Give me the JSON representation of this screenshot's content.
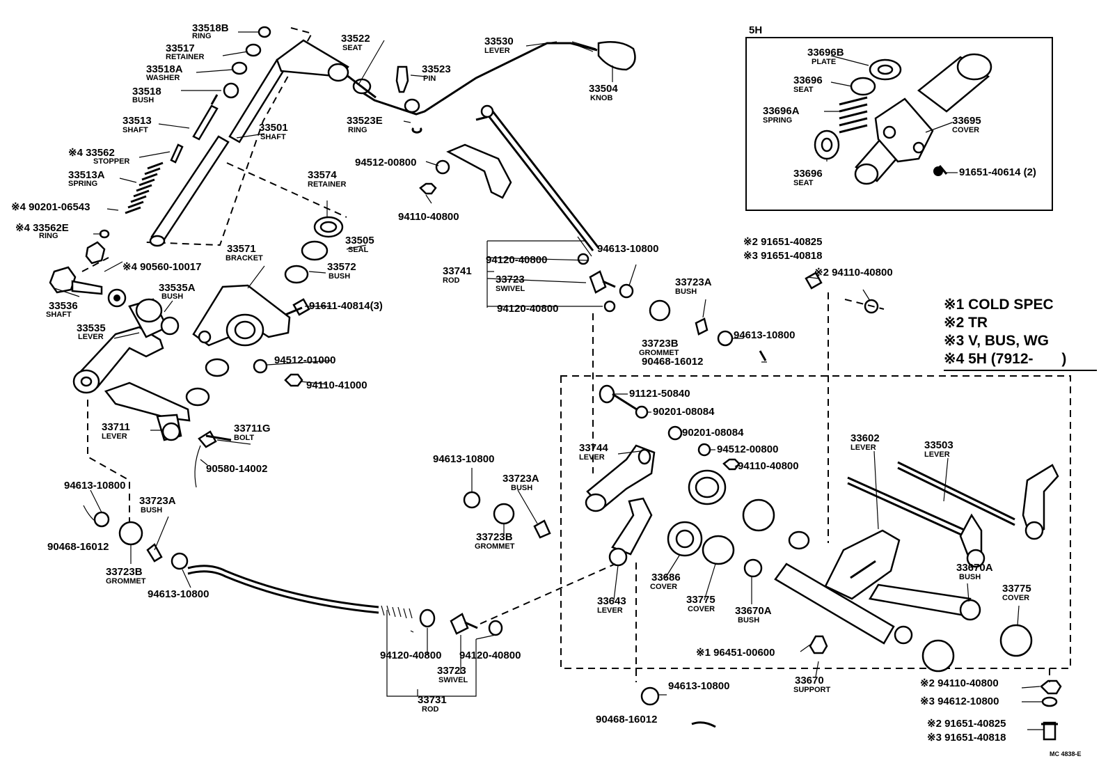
{
  "diagram": {
    "inset_label": "5H",
    "footer_code": "MC 4838-E",
    "legend": [
      "※1 COLD SPEC",
      "※2 TR",
      "※3 V, BUS, WG",
      "※4 5H (7912-       )"
    ],
    "labels": {
      "p33518B": "33518B",
      "p33518B_n": "RING",
      "p33517": "33517",
      "p33517_n": "RETAINER",
      "p33518A": "33518A",
      "p33518A_n": "WASHER",
      "p33518": "33518",
      "p33518_n": "BUSH",
      "p33513": "33513",
      "p33513_n": "SHAFT",
      "p33562": "※4 33562",
      "p33562_n": "STOPPER",
      "p33513A": "33513A",
      "p33513A_n": "SPRING",
      "p90201_06543": "※4 90201-06543",
      "p33562E": "※4 33562E",
      "p33562E_n": "RING",
      "p90560": "※4 90560-10017",
      "p33536": "33536",
      "p33536_n": "SHAFT",
      "p33535A": "33535A",
      "p33535A_n": "BUSH",
      "p33535": "33535",
      "p33535_n": "LEVER",
      "p33522": "33522",
      "p33522_n": "SEAT",
      "p33523": "33523",
      "p33523_n": "PIN",
      "p33523E": "33523E",
      "p33523E_n": "RING",
      "p33501": "33501",
      "p33501_n": "SHAFT",
      "p33530": "33530",
      "p33530_n": "LEVER",
      "p33504": "33504",
      "p33504_n": "KNOB",
      "p33574": "33574",
      "p33574_n": "RETAINER",
      "p33505": "33505",
      "p33505_n": "SEAL",
      "p33571": "33571",
      "p33571_n": "BRACKET",
      "p33572": "33572",
      "p33572_n": "BUSH",
      "p91611": "91611-40814(3)",
      "p94512_01000": "94512-01000",
      "p94110_41000": "94110-41000",
      "p33711": "33711",
      "p33711_n": "LEVER",
      "p33711G": "33711G",
      "p33711G_n": "BOLT",
      "p90580": "90580-14002",
      "p94512_00800a": "94512-00800",
      "p94110_40800a": "94110-40800",
      "p94120_40800a": "94120-40800",
      "p94613_10800a": "94613-10800",
      "p33741": "33741",
      "p33741_n": "ROD",
      "p33723": "33723",
      "p33723_n": "SWIVEL",
      "p94120_40800b": "94120-40800",
      "p33723A": "33723A",
      "p33723A_n": "BUSH",
      "p33723B": "33723B",
      "p33723B_n": "GROMMET",
      "p94613_10800b": "94613-10800",
      "p90468_16012a": "90468-16012",
      "p91651_40825a": "※2 91651-40825",
      "p91651_40818a": "※3 91651-40818",
      "p94110_40800b": "※2 94110-40800",
      "p33696B": "33696B",
      "p33696B_n": "PLATE",
      "p33696a": "33696",
      "p33696a_n": "SEAT",
      "p33696A": "33696A",
      "p33696A_n": "SPRING",
      "p33695": "33695",
      "p33695_n": "COVER",
      "p33696b": "33696",
      "p33696b_n": "SEAT",
      "p91651_40614": "91651-40614 (2)",
      "p91121": "91121-50840",
      "p90201_08084a": "90201-08084",
      "p90201_08084b": "90201-08084",
      "p94512_00800b": "94512-00800",
      "p94110_40800c": "94110-40800",
      "p33744": "33744",
      "p33744_n": "LEVER",
      "p33602": "33602",
      "p33602_n": "LEVER",
      "p33503": "33503",
      "p33503_n": "LEVER",
      "p94613_10800c": "94613-10800",
      "p33723A2": "33723A",
      "p33723A2_n": "BUSH",
      "p33723B2": "33723B",
      "p33723B2_n": "GROMMET",
      "p94613_10800d": "94613-10800",
      "p33723A3": "33723A",
      "p33723A3_n": "BUSH",
      "p90468_16012b": "90468-16012",
      "p33723B3": "33723B",
      "p33723B3_n": "GROMMET",
      "p94613_10800e": "94613-10800",
      "p33686": "33686",
      "p33686_n": "COVER",
      "p33775a": "33775",
      "p33775a_n": "COVER",
      "p33670A": "33670A",
      "p33670A_n": "BUSH",
      "p33643": "33643",
      "p33643_n": "LEVER",
      "p33670A2": "33670A",
      "p33670A2_n": "BUSH",
      "p33775b": "33775",
      "p33775b_n": "COVER",
      "p96451": "※1 96451-00600",
      "p33670": "33670",
      "p33670_n": "SUPPORT",
      "p94120_40800c": "94120-40800",
      "p94120_40800d": "94120-40800",
      "p33723s": "33723",
      "p33723s_n": "SWIVEL",
      "p33731": "33731",
      "p33731_n": "ROD",
      "p94613_10800f": "94613-10800",
      "p90468_16012c": "90468-16012",
      "p94110_40800d": "※2 94110-40800",
      "p94612": "※3 94612-10800",
      "p91651_40825b": "※2 91651-40825",
      "p91651_40818b": "※3 91651-40818"
    }
  }
}
